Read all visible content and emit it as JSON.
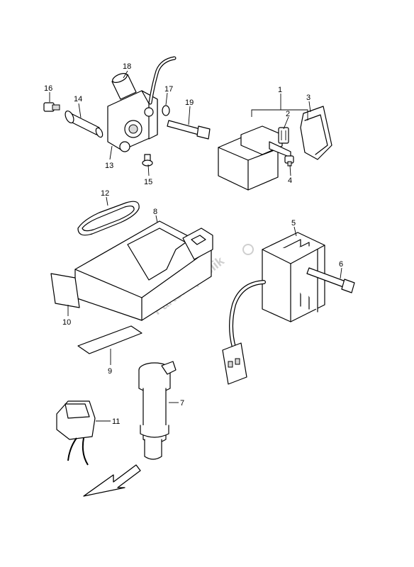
{
  "callouts": {
    "c1": "1",
    "c2": "2",
    "c3": "3",
    "c4": "4",
    "c5": "5",
    "c6": "6",
    "c7": "7",
    "c8": "8",
    "c9": "9",
    "c10": "10",
    "c11": "11",
    "c12": "12",
    "c13": "13",
    "c14": "14",
    "c15": "15",
    "c16": "16",
    "c17": "17",
    "c18": "18",
    "c19": "19"
  },
  "watermark": "PartsRepublik",
  "direction_arrow": "front-arrow-icon"
}
